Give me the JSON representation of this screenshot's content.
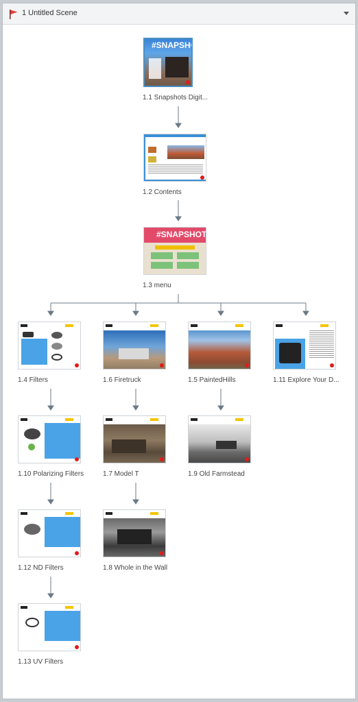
{
  "scene": {
    "title": "1 Untitled Scene"
  },
  "slides": [
    {
      "id": "s1_1",
      "label": "1.1 Snapshots Digit...",
      "thumb_text": "#SNAPSHOTS"
    },
    {
      "id": "s1_2",
      "label": "1.2 Contents",
      "thumb_text": ""
    },
    {
      "id": "s1_3",
      "label": "1.3 menu",
      "thumb_text": "#SNAPSHOTS"
    },
    {
      "id": "s1_4",
      "label": "1.4 Filters"
    },
    {
      "id": "s1_6",
      "label": "1.6 Firetruck"
    },
    {
      "id": "s1_5",
      "label": "1.5 PaintedHills"
    },
    {
      "id": "s1_11",
      "label": "1.11 Explore Your D..."
    },
    {
      "id": "s1_10",
      "label": "1.10 Polarizing Filters"
    },
    {
      "id": "s1_7",
      "label": "1.7 Model T"
    },
    {
      "id": "s1_9",
      "label": "1.9 Old Farmstead"
    },
    {
      "id": "s1_12",
      "label": "1.12 ND Filters"
    },
    {
      "id": "s1_8",
      "label": "1.8 Whole in the Wall"
    },
    {
      "id": "s1_13",
      "label": "1.13 UV Filters"
    }
  ],
  "colors": {
    "accent": "#4a90c2",
    "connector": "#6b7a86",
    "flag": "#e2403a"
  }
}
